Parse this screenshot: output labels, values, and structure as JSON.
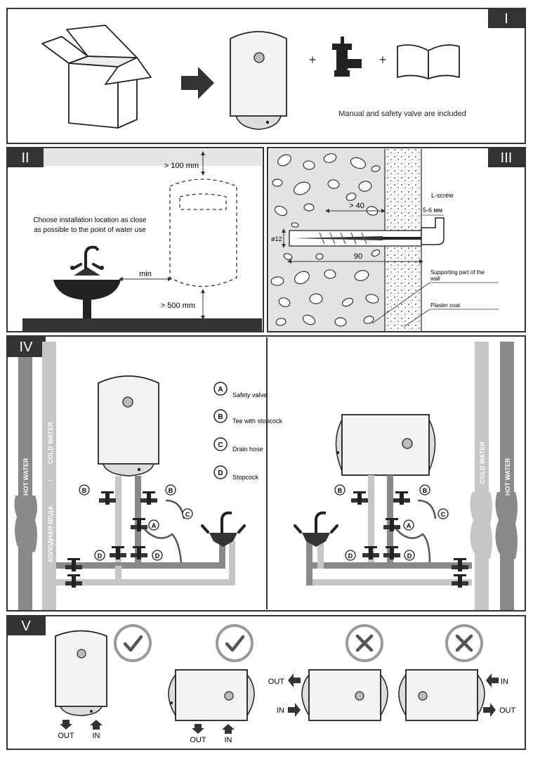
{
  "colors": {
    "frame": "#333333",
    "wall": "#e3e3e3",
    "tank": "#f3f3f3",
    "hot": "#8a8a8a",
    "cold": "#c6c6c6",
    "dark": "#2a2a2a"
  },
  "panel1": {
    "num": "I",
    "caption": "Manual and safety valve are included",
    "plus": "+"
  },
  "panel2": {
    "num": "II",
    "note_line1": "Choose installation location as close",
    "note_line2": "as possible to the point of water use",
    "top_clearance": "> 100 mm",
    "bottom_clearance": "> 500 mm",
    "side": "min"
  },
  "panel3": {
    "num": "III",
    "lscrew": "L-screw",
    "gap": "5-6 мм",
    "depth": "> 40",
    "length": "90",
    "diameter": "ø12",
    "support_line1": "Supporting part of the",
    "support_line2": "wall",
    "plaster": "Plaster coat"
  },
  "panel4": {
    "num": "IV",
    "hot": "HOT WATER",
    "cold": "COLD WATER",
    "cold_ru": "ХОЛОДНАЯ ВОДА",
    "sep": "/",
    "legend": [
      {
        "letter": "A",
        "text": "Safety valve"
      },
      {
        "letter": "B",
        "text": "Tee with stopcock"
      },
      {
        "letter": "C",
        "text": "Drain hose"
      },
      {
        "letter": "D",
        "text": "Stopcock"
      }
    ],
    "letters": {
      "a": "A",
      "b": "B",
      "c": "C",
      "d": "D"
    }
  },
  "panel5": {
    "num": "V",
    "out": "OUT",
    "in": "IN"
  }
}
